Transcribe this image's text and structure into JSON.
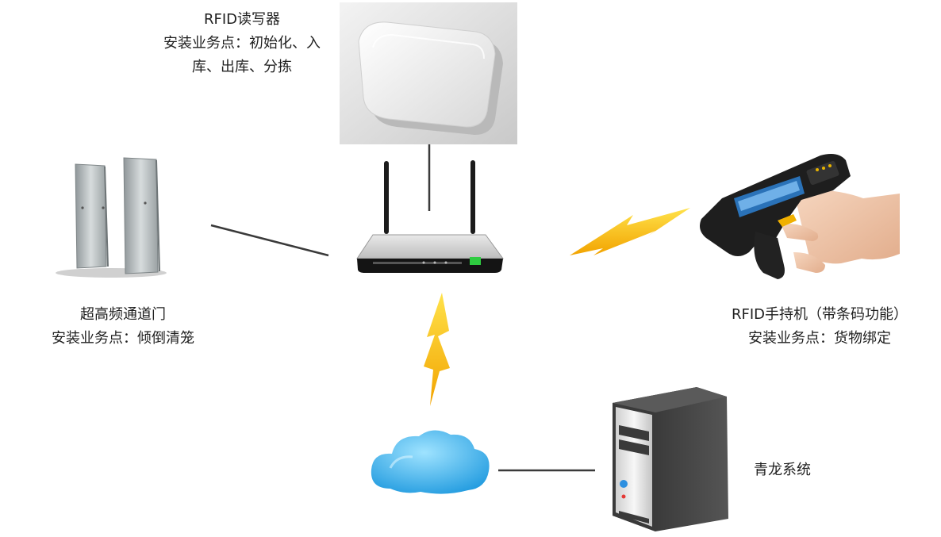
{
  "nodes": {
    "reader": {
      "title": "RFID读写器",
      "points_line1": "安装业务点：初始化、入",
      "points_line2": "库、出库、分拣"
    },
    "gate": {
      "title": "超高频通道门",
      "points": "安装业务点：倾倒清笼"
    },
    "handheld": {
      "title": "RFID手持机（带条码功能）",
      "points": "安装业务点：货物绑定"
    },
    "system": {
      "title": "青龙系统"
    }
  },
  "icons": [
    "rfid-reader-icon",
    "uhf-gate-icon",
    "router-icon",
    "handheld-terminal-icon",
    "cloud-icon",
    "server-icon",
    "lightning-icon"
  ],
  "colors": {
    "lightning": "#f5b400",
    "cloud": "#3fb4ee",
    "line": "#3a3a3a"
  }
}
